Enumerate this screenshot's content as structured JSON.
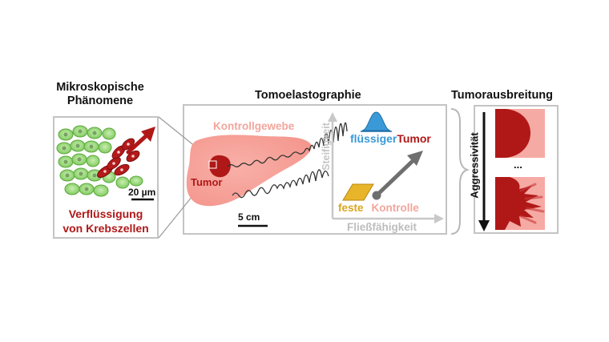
{
  "micro": {
    "title_line1": "Mikroskopische",
    "title_line2": "Phänomene",
    "scale": "20 µm",
    "caption_line1": "Verflüssigung",
    "caption_line2": "von Krebszellen"
  },
  "elasto": {
    "title": "Tomoelastographie",
    "control_tissue": "Kontrollgewebe",
    "tumor": "Tumor",
    "scale": "5 cm",
    "y_axis": "Steifigkeit",
    "x_axis": "Fließfähigkeit",
    "fluid": "flüssiger",
    "fluid_tumor": "Tumor",
    "solid": "feste",
    "solid_control": "Kontrolle"
  },
  "spread": {
    "title": "Tumorausbreitung",
    "axis": "Aggressivität",
    "ellipsis": "..."
  },
  "colors": {
    "border": "#c4c4c4",
    "dark_red": "#b01818",
    "salmon": "#f5a8a0",
    "cell_green": "#8fd46e",
    "blue": "#3a9ad8",
    "gold": "#d9a520",
    "arrow_grey": "#707070"
  }
}
